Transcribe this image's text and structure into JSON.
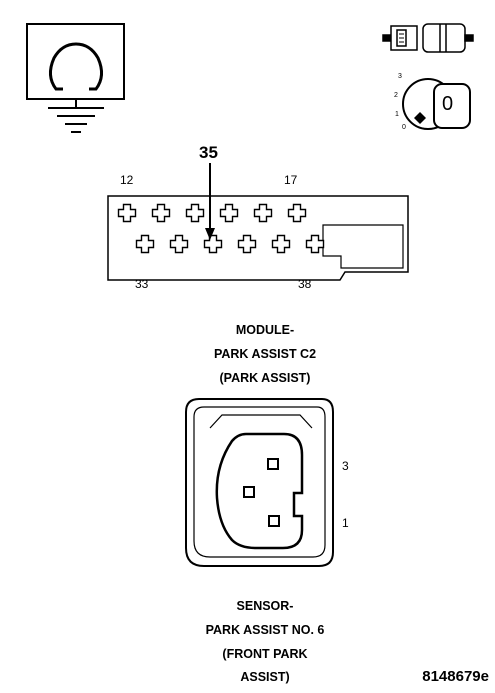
{
  "ohmmeter_icon": "ohmmeter-ground-icon",
  "connector_icon": "disconnected-connector-icon",
  "ignition_icon": "ignition-key-off-icon",
  "ignition": {
    "positions": [
      "3",
      "2",
      "1",
      "0"
    ],
    "key_label": "0"
  },
  "module_connector": {
    "callout_pin": "35",
    "pin_labels": {
      "top_left": "12",
      "top_right": "17",
      "bottom_left": "33",
      "bottom_right": "38"
    },
    "caption": [
      "MODULE-",
      "PARK ASSIST C2",
      "(PARK ASSIST)"
    ]
  },
  "sensor_connector": {
    "pin_labels": {
      "upper": "3",
      "lower": "1"
    },
    "caption": [
      "SENSOR-",
      "PARK ASSIST NO. 6",
      "(FRONT PARK",
      "ASSIST)"
    ]
  },
  "figure_code": "8148679e"
}
